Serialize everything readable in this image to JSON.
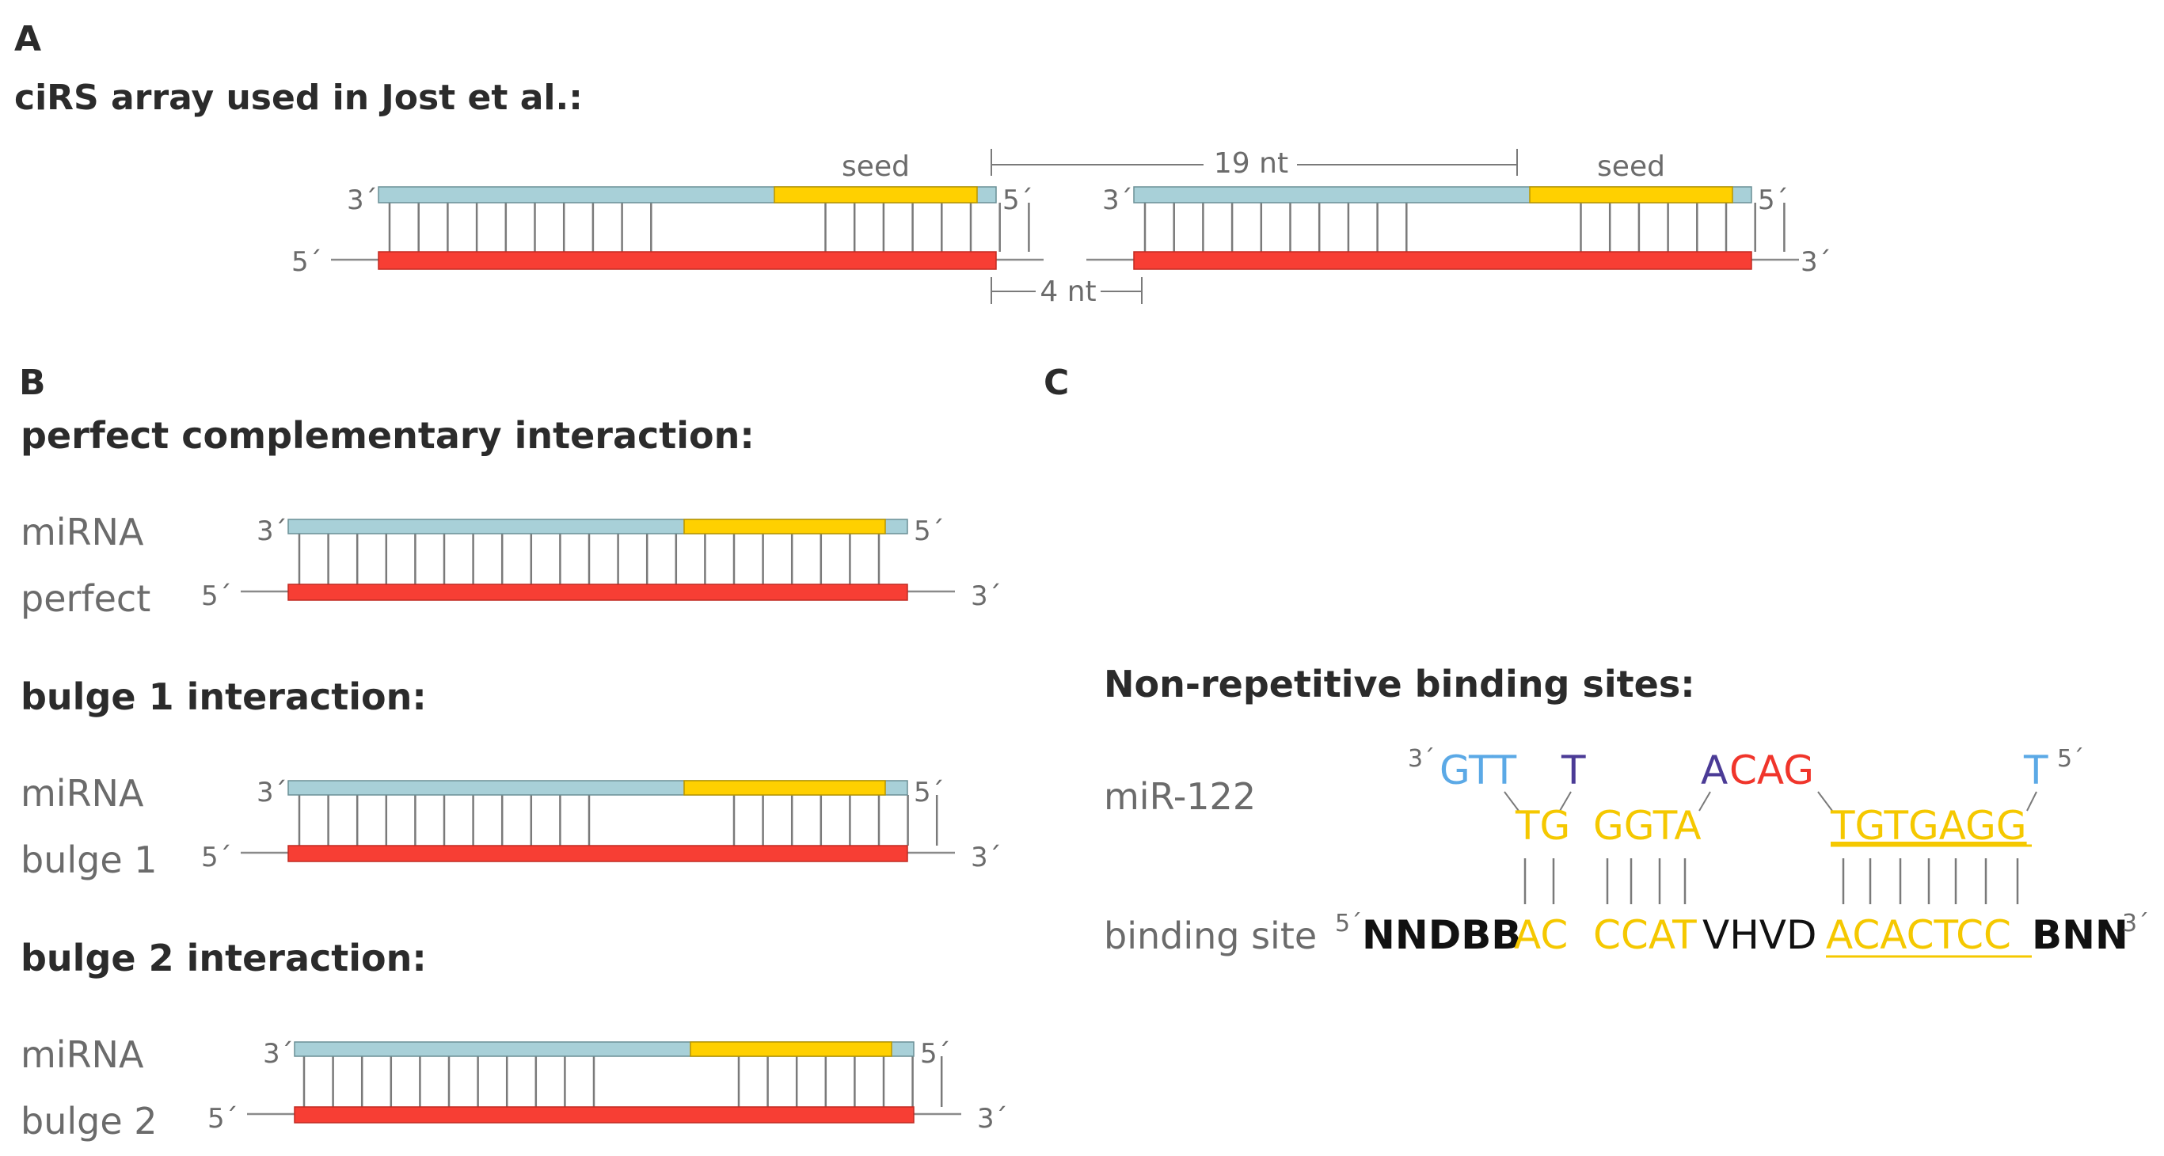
{
  "panel_a": {
    "letter": "A",
    "title": "ciRS array used in Jost et al.:",
    "seed_label": "seed",
    "spacing_label": "19 nt",
    "gap_label": "4 nt",
    "prime3": "3´",
    "prime5": "5´"
  },
  "panel_b": {
    "letter": "B",
    "prime3": "3´",
    "prime5": "5´",
    "mirna_label": "miRNA",
    "rows": [
      {
        "heading": "perfect complementary interaction:",
        "target_label": "perfect"
      },
      {
        "heading": "bulge 1 interaction:",
        "target_label": "bulge 1"
      },
      {
        "heading": "bulge 2 interaction:",
        "target_label": "bulge 2"
      }
    ]
  },
  "panel_c": {
    "letter": "C",
    "title": "Non-repetitive binding sites:",
    "mir_label": "miR-122",
    "site_label": "binding site",
    "prime3": "3´",
    "prime5": "5´",
    "mir_top": [
      {
        "text": "GTT",
        "color": "#5ba9e6"
      },
      {
        "text": "T",
        "color": "#4b3b96"
      },
      {
        "text": "A",
        "color": "#4b3b96"
      },
      {
        "text": "CAG",
        "color": "#f0352b"
      },
      {
        "text": "T",
        "color": "#5ba9e6"
      }
    ],
    "mir_paired": [
      "TG",
      "GGTA",
      "TGTGAGG"
    ],
    "site_segments": [
      {
        "text": "NNDBB",
        "color": "#111111"
      },
      {
        "text": "AC",
        "color": "#f5c800"
      },
      {
        "text": "CCAT",
        "color": "#f5c800"
      },
      {
        "text": "VHVD",
        "color": "#111111"
      },
      {
        "text": "ACACTCC",
        "color": "#f5c800"
      },
      {
        "text": "BNN",
        "color": "#111111"
      }
    ]
  },
  "colors": {
    "mirna_strand": "#a8d0d8",
    "seed": "#ffd000",
    "target_strand": "#f73e34",
    "bond": "#7a7a7a",
    "backbone": "#8a8a8a",
    "paired_nt": "#f5c800"
  }
}
